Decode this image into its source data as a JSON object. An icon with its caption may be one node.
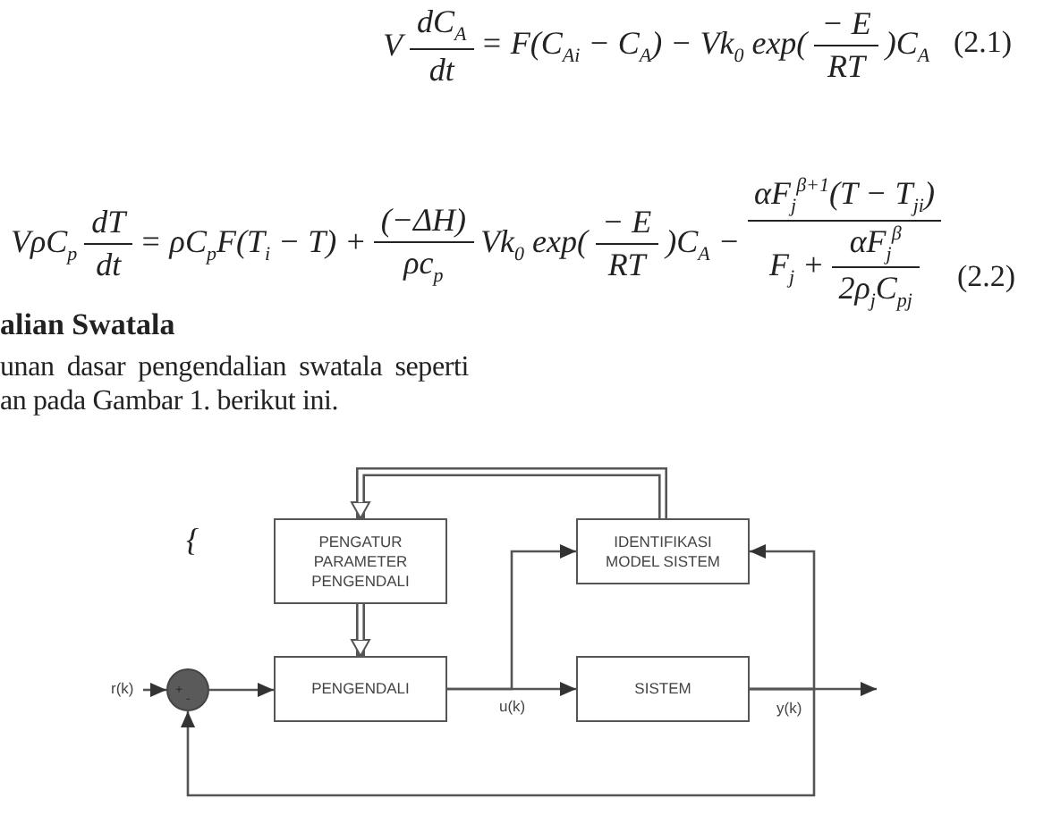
{
  "diagram": {
    "nodes": [
      {
        "text": [
          "r(k)"
        ]
      },
      {
        "text": [
          "+",
          "-"
        ]
      },
      {
        "text": [
          "PENGATUR PARAMETER PENGENDALI"
        ]
      },
      {
        "text": [
          "PENGENDALI"
        ]
      },
      {
        "text": [
          "IDENTIFIKASI MODEL SISTEM"
        ]
      },
      {
        "text": [
          "SISTEM"
        ]
      }
    ],
    "edges": [
      {
        "from": 0,
        "to": 1,
        "arrow": "to"
      },
      {
        "from": 1,
        "to": 3,
        "arrow": "to"
      },
      {
        "from": 3,
        "to": 5,
        "arrow": "to",
        "label": "u(k)"
      },
      {
        "from": 3,
        "to": 4,
        "arrow": "to"
      },
      {
        "from": 5,
        "to": null,
        "arrow": "to",
        "label": "y(k)"
      },
      {
        "from": 5,
        "to": 4,
        "arrow": "to"
      },
      {
        "from": 5,
        "to": 1,
        "arrow": "to"
      },
      {
        "from": 4,
        "to": 2,
        "arrow": "to",
        "style": "thick"
      },
      {
        "from": 2,
        "to": 3,
        "arrow": "to",
        "style": "thick"
      }
    ],
    "labels": [
      "V",
      "dC$_{A}$",
      "dt",
      "= F(C$_{Ai}$ − C$_{A}$) − Vk$_{0}$ exp(",
      "− E",
      "RT",
      ")C$_{A}$",
      "(2.1)",
      "VρC$_{p}$",
      "dT",
      "dt",
      "= ρC$_{p}$F(T$_{i}$ − T) +",
      "(−ΔH)",
      "ρc$_{p}$",
      "Vk$_{0}$ exp(",
      "− E",
      "RT",
      ")C$_{A}$ −",
      "αF$_{j}$$^{β+1}$(T − T$_{ji}$)",
      "F$_{j}$ +",
      "αF$_{j}$$^{β}$",
      "2ρ$_{j}$C$_{pj}$",
      "(2.2)",
      "alian Swatala",
      "unan dasar pengendalian swatala seperti an pada Gambar 1. berikut ini.",
      "{"
    ]
  }
}
